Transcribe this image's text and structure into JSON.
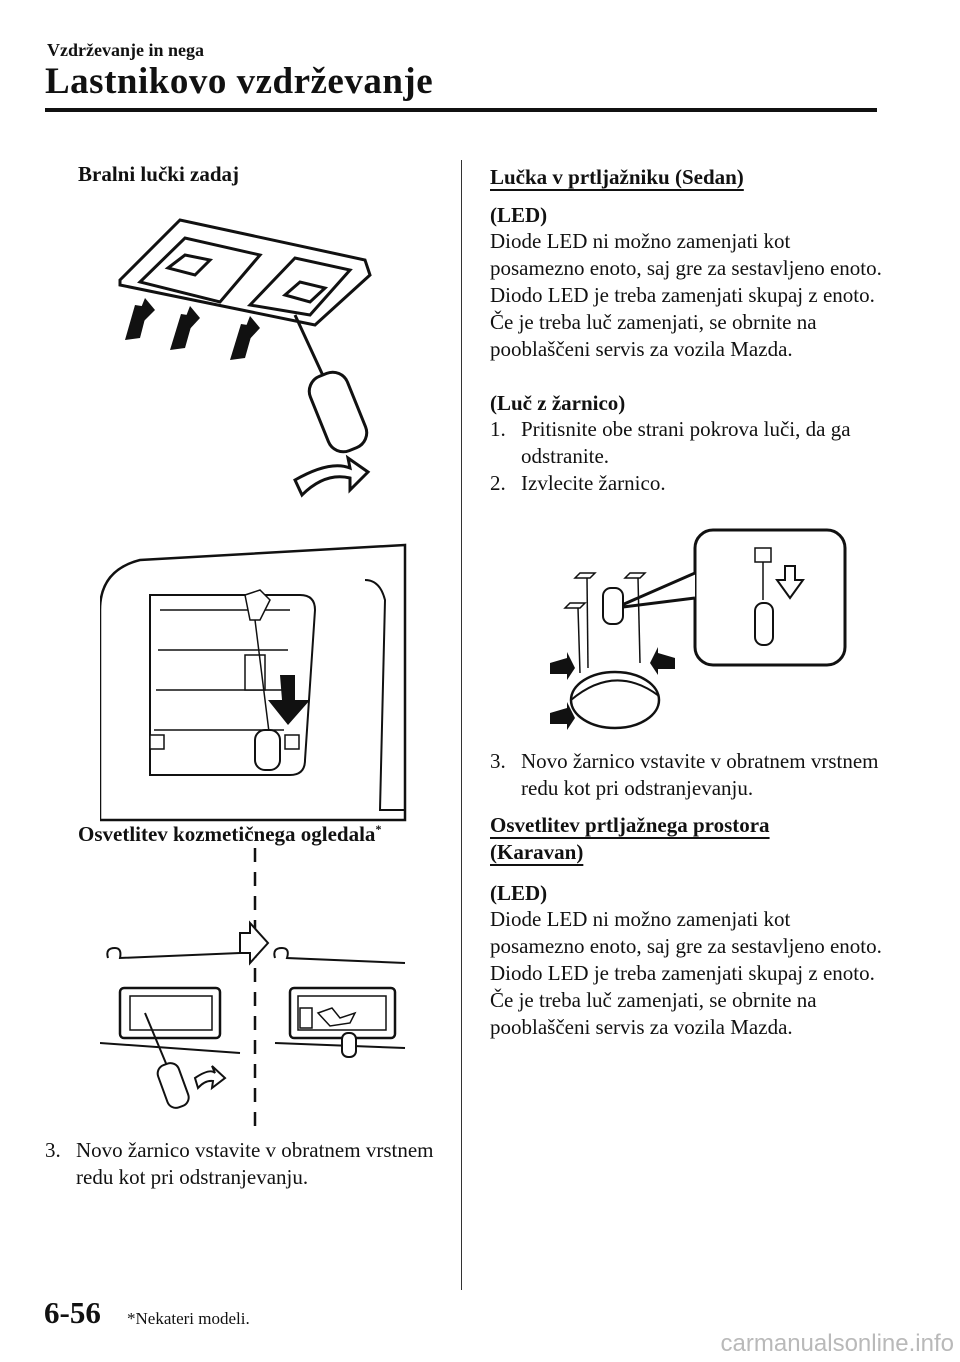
{
  "header": {
    "section": "Vzdrževanje in nega",
    "title": "Lastnikovo vzdrževanje"
  },
  "left": {
    "heading_rear": "Bralni lučki zadaj",
    "heading_vanity": "Osvetlitev kozmetičnega ogledala",
    "vanity_asterisk": "*",
    "step3_num": "3.",
    "step3_text": "Novo žarnico vstavite v obratnem vrstnem redu kot pri odstranjevanju."
  },
  "right": {
    "trunk_sedan_heading": "Lučka v prtljažniku (Sedan)",
    "led_label": "(LED)",
    "led_text": "Diode LED ni možno zamenjati kot posamezno enoto, saj gre za sestavljeno enoto.\nDiodo LED je treba zamenjati skupaj z enoto. Če je treba luč zamenjati, se obrnite na pooblaščeni servis za vozila Mazda.",
    "bulb_label": "(Luč z žarnico)",
    "steps": [
      {
        "num": "1.",
        "text": "Pritisnite obe strani pokrova luči, da ga odstranite."
      },
      {
        "num": "2.",
        "text": "Izvlecite žarnico."
      },
      {
        "num": "3.",
        "text": "Novo žarnico vstavite v obratnem vrstnem redu kot pri odstranjevanju."
      }
    ],
    "cargo_heading_line1": "Osvetlitev prtljažnega prostora",
    "cargo_heading_line2": "(Karavan)",
    "led_label_2": "(LED)",
    "led_text_2": "Diode LED ni možno zamenjati kot posamezno enoto, saj gre za sestavljeno enoto.\nDiodo LED je treba zamenjati skupaj z enoto. Če je treba luč zamenjati, se obrnite na pooblaščeni servis za vozila Mazda."
  },
  "footer": {
    "page": "6-56",
    "footnote": "*Nekateri modeli.",
    "watermark": "carmanualsonline.info"
  }
}
